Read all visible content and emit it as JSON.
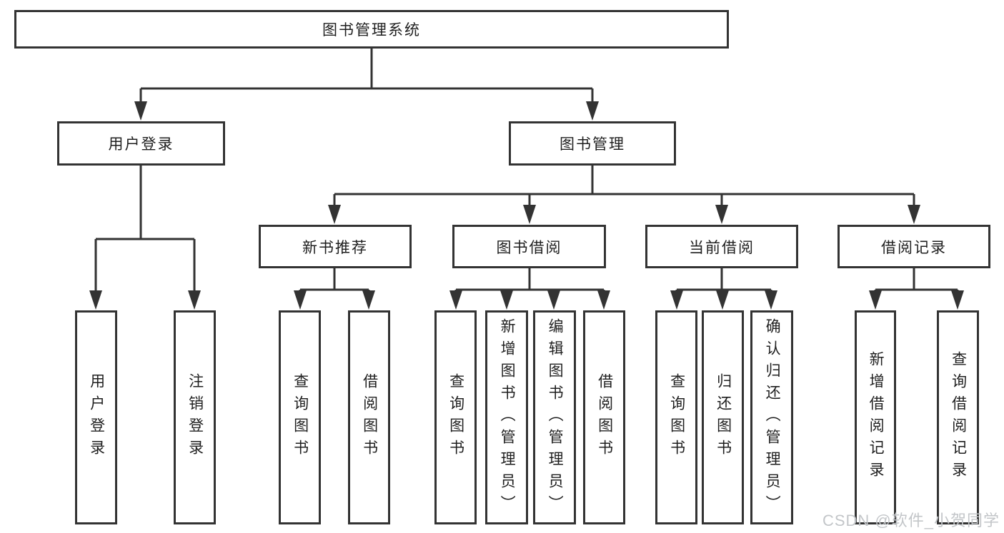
{
  "diagram": {
    "root": {
      "label": "图书管理系统"
    },
    "user_login": {
      "label": "用户登录",
      "children": [
        {
          "label": "用户登录"
        },
        {
          "label": "注销登录"
        }
      ]
    },
    "book_mgmt": {
      "label": "图书管理",
      "new_book_rec": {
        "label": "新书推荐",
        "children": [
          {
            "label": "查询图书"
          },
          {
            "label": "借阅图书"
          }
        ]
      },
      "book_borrow": {
        "label": "图书借阅",
        "children": [
          {
            "label": "查询图书"
          },
          {
            "label": "新增图书（管理员）"
          },
          {
            "label": "编辑图书（管理员）"
          },
          {
            "label": "借阅图书"
          }
        ]
      },
      "current_borrow": {
        "label": "当前借阅",
        "children": [
          {
            "label": "查询图书"
          },
          {
            "label": "归还图书"
          },
          {
            "label": "确认归还（管理员）"
          }
        ]
      },
      "borrow_records": {
        "label": "借阅记录",
        "children": [
          {
            "label": "新增借阅记录"
          },
          {
            "label": "查询借阅记录"
          }
        ]
      }
    },
    "watermark": "CSDN @软件_小贺同学"
  },
  "colors": {
    "line": "#333333",
    "box_border": "#333333",
    "text": "#1f1f1f",
    "background": "#ffffff",
    "watermark": "#c3c6c9"
  }
}
